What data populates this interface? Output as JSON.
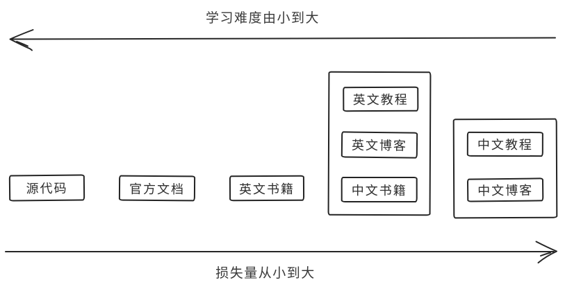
{
  "top_axis": {
    "label": "学习难度由小到大",
    "direction": "left"
  },
  "bottom_axis": {
    "label": "损失量从小到大",
    "direction": "right"
  },
  "boxes": [
    {
      "label": "源代码"
    },
    {
      "label": "官方文档"
    },
    {
      "label": "英文书籍"
    }
  ],
  "groups": [
    {
      "items": [
        {
          "label": "英文教程"
        },
        {
          "label": "英文博客"
        },
        {
          "label": "中文书籍"
        }
      ]
    },
    {
      "items": [
        {
          "label": "中文教程"
        },
        {
          "label": "中文博客"
        }
      ]
    }
  ],
  "colors": {
    "ink": "#262626",
    "background": "#ffffff"
  }
}
